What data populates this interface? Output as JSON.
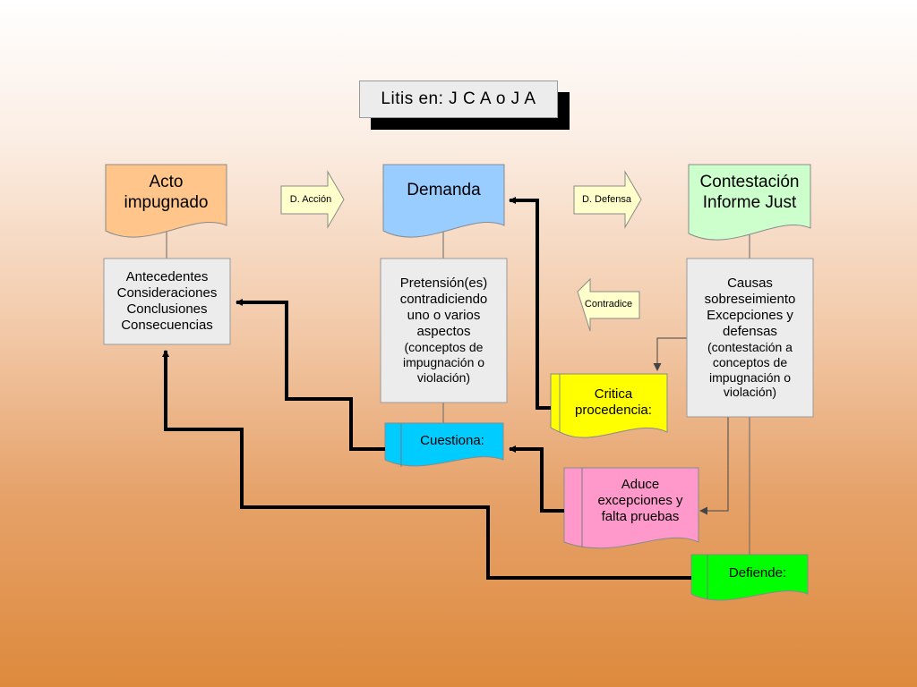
{
  "title": "Litis en: J C A o J A",
  "headers": {
    "acto": [
      "Acto",
      "impugnado"
    ],
    "demanda": "Demanda",
    "contestacion": [
      "Contestación",
      "Informe Just"
    ]
  },
  "arrows": {
    "accion": "D. Acción",
    "defensa": "D. Defensa",
    "contradice": "Contradice"
  },
  "boxes": {
    "antecedentes": [
      "Antecedentes",
      "Consideraciones",
      "Conclusiones",
      "Consecuencias"
    ],
    "pretension": [
      "Pretensión(es)",
      "contradiciendo",
      "uno o varios",
      "aspectos"
    ],
    "pretension_note": [
      "(conceptos de",
      "impugnación o",
      "violación)"
    ],
    "causas": [
      "Causas",
      "sobreseimiento",
      "Excepciones y",
      "defensas"
    ],
    "causas_note": [
      "(contestación  a",
      "conceptos de",
      "impugnación o",
      "violación)"
    ]
  },
  "docs": {
    "critica": [
      "Critica",
      "procedencia:"
    ],
    "cuestiona": "Cuestiona:",
    "aduce": [
      "Aduce",
      "excepciones y",
      "falta pruebas"
    ],
    "defiende": "Defiende:"
  },
  "colors": {
    "acto": "#ffc58a",
    "demanda": "#99ccff",
    "contestacion": "#ccffcc",
    "box": "#ececec",
    "critica": "#ffff00",
    "cuestiona": "#00ccff",
    "aduce": "#ff99cc",
    "defiende": "#00ff00",
    "arrow_fill": "#ffffcc"
  }
}
